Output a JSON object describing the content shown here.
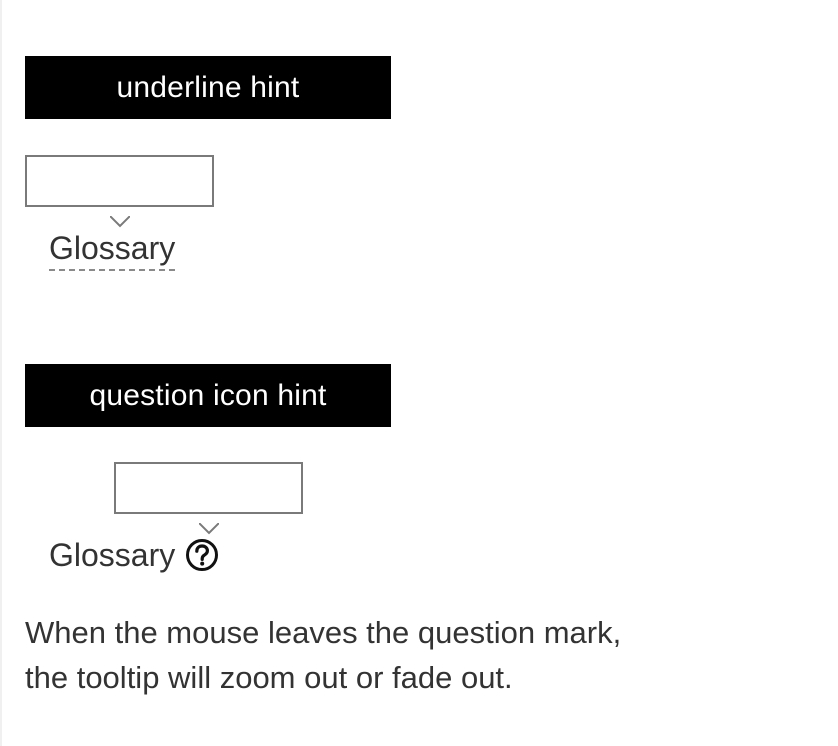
{
  "sections": [
    {
      "header": "underline hint",
      "term": "Glossary",
      "tooltip_text": "",
      "hint_style": "dashed-underline"
    },
    {
      "header": "question icon hint",
      "term": "Glossary",
      "tooltip_text": "",
      "hint_style": "question-icon",
      "icon": "question-circle-icon"
    }
  ],
  "note": {
    "line1": "When the mouse leaves the question mark,",
    "line2": "the tooltip will zoom out or fade out."
  },
  "colors": {
    "header_bg": "#000000",
    "header_text": "#ffffff",
    "text": "#333333",
    "tooltip_border": "#7a7a7a"
  }
}
